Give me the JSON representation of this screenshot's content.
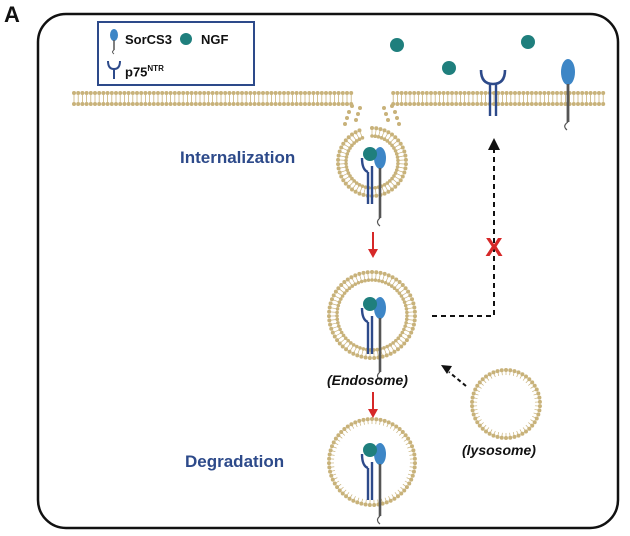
{
  "panel_label": "A",
  "legend": {
    "sorcs3": "SorCS3",
    "ngf": "NGF",
    "p75_base": "p75",
    "p75_sup": "NTR"
  },
  "stages": {
    "internalization": "Internalization",
    "degradation": "Degradation"
  },
  "compartments": {
    "endosome": "(Endosome)",
    "lysosome": "(lysosome)"
  },
  "blocked_marker": "X",
  "colors": {
    "membrane": "#c8b27a",
    "ngf": "#1f7f7d",
    "sorcs3": "#3d86c6",
    "p75": "#2d4a8a",
    "tail": "#555555",
    "arrow_red": "#d62828",
    "label_blue": "#2d4a8a",
    "cell_border": "#111111"
  }
}
